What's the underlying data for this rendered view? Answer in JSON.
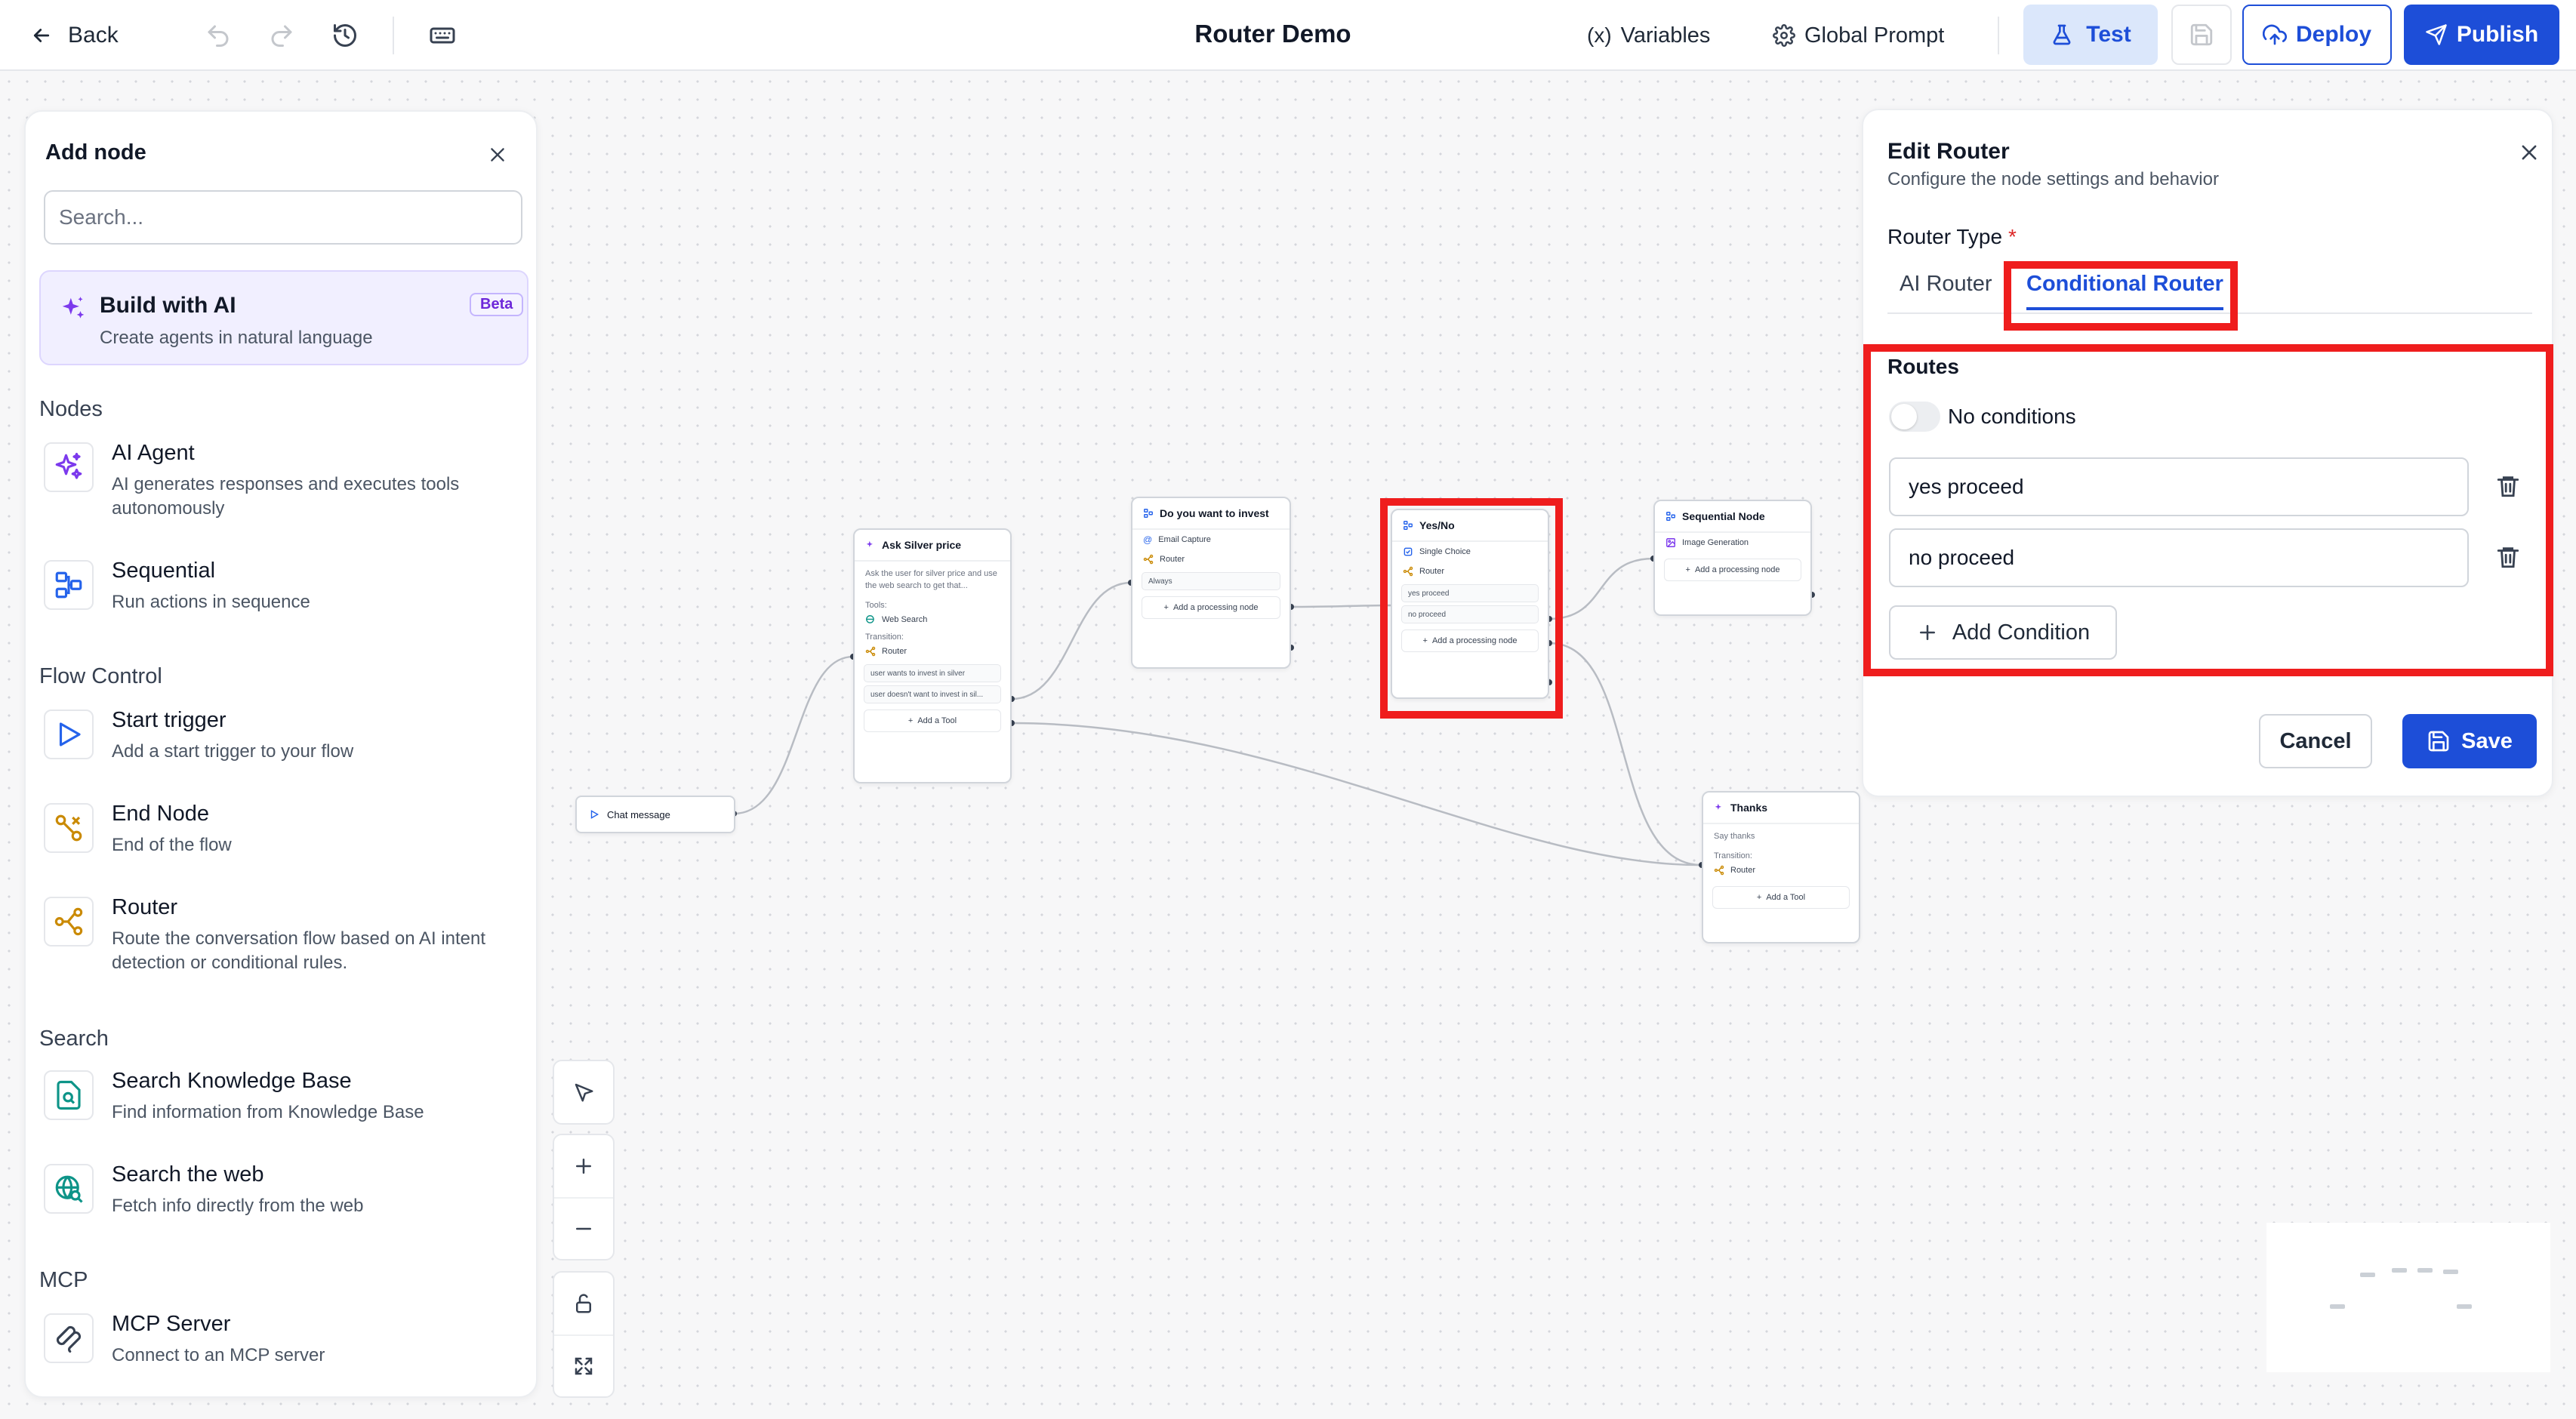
{
  "topbar": {
    "back_label": "Back",
    "title": "Router Demo",
    "variables_label": "Variables",
    "global_prompt_label": "Global Prompt",
    "test_label": "Test",
    "deploy_label": "Deploy",
    "publish_label": "Publish",
    "accent_color": "#1d4ed8"
  },
  "add_node_panel": {
    "title": "Add node",
    "search_placeholder": "Search...",
    "build_with_ai": {
      "name": "Build with AI",
      "description": "Create agents in natural language",
      "badge": "Beta"
    },
    "sections": {
      "nodes": "Nodes",
      "flow_control": "Flow Control",
      "search": "Search",
      "mcp": "MCP"
    },
    "items": {
      "ai_agent": {
        "name": "AI Agent",
        "description": "AI generates responses and executes tools autonomously",
        "icon": "sparkles-icon"
      },
      "sequential": {
        "name": "Sequential",
        "description": "Run actions in sequence",
        "icon": "sequence-icon"
      },
      "start_trigger": {
        "name": "Start trigger",
        "description": "Add a start trigger to your flow",
        "icon": "play-icon"
      },
      "end_node": {
        "name": "End Node",
        "description": "End of the flow",
        "icon": "end-icon"
      },
      "router": {
        "name": "Router",
        "description": "Route the conversation flow based on AI intent detection or conditional rules.",
        "icon": "router-icon"
      },
      "search_kb": {
        "name": "Search Knowledge Base",
        "description": "Find information from Knowledge Base",
        "icon": "knowledge-search-icon"
      },
      "search_web": {
        "name": "Search the web",
        "description": "Fetch info directly from the web",
        "icon": "web-search-icon"
      },
      "mcp_server": {
        "name": "MCP Server",
        "description": "Connect to an MCP server",
        "icon": "mcp-icon"
      }
    }
  },
  "canvas": {
    "chat_message": "Chat message",
    "ask_silver": {
      "title": "Ask Silver price",
      "description": "Ask the user for silver price and use the web search to get that...",
      "tools_label": "Tools:",
      "tool": "Web Search",
      "transition_label": "Transition:",
      "router": "Router",
      "routes": [
        "user wants to invest in silver",
        "user doesn't want to invest in sil..."
      ],
      "add_tool": "Add a Tool"
    },
    "invest": {
      "title": "Do you want to invest",
      "capture": "Email Capture",
      "router": "Router",
      "route": "Always",
      "add": "Add a processing node"
    },
    "yes_no": {
      "title": "Yes/No",
      "choice": "Single Choice",
      "router": "Router",
      "routes": [
        "yes proceed",
        "no proceed"
      ],
      "add": "Add a processing node"
    },
    "sequential": {
      "title": "Sequential Node",
      "image_gen": "Image Generation",
      "add": "Add a processing node"
    },
    "thanks": {
      "title": "Thanks",
      "description": "Say thanks",
      "transition_label": "Transition:",
      "router": "Router",
      "add_tool": "Add a Tool"
    },
    "highlight_color": "#ef1d1d"
  },
  "edit_router": {
    "title": "Edit Router",
    "subtitle": "Configure the node settings and behavior",
    "router_type_label": "Router Type",
    "required_mark": "*",
    "tabs": [
      "AI Router",
      "Conditional Router"
    ],
    "active_tab": "Conditional Router",
    "routes_label": "Routes",
    "no_conditions_label": "No conditions",
    "no_conditions_enabled": false,
    "conditions": [
      "yes proceed",
      "no proceed"
    ],
    "add_condition_label": "Add Condition",
    "cancel_label": "Cancel",
    "save_label": "Save"
  }
}
